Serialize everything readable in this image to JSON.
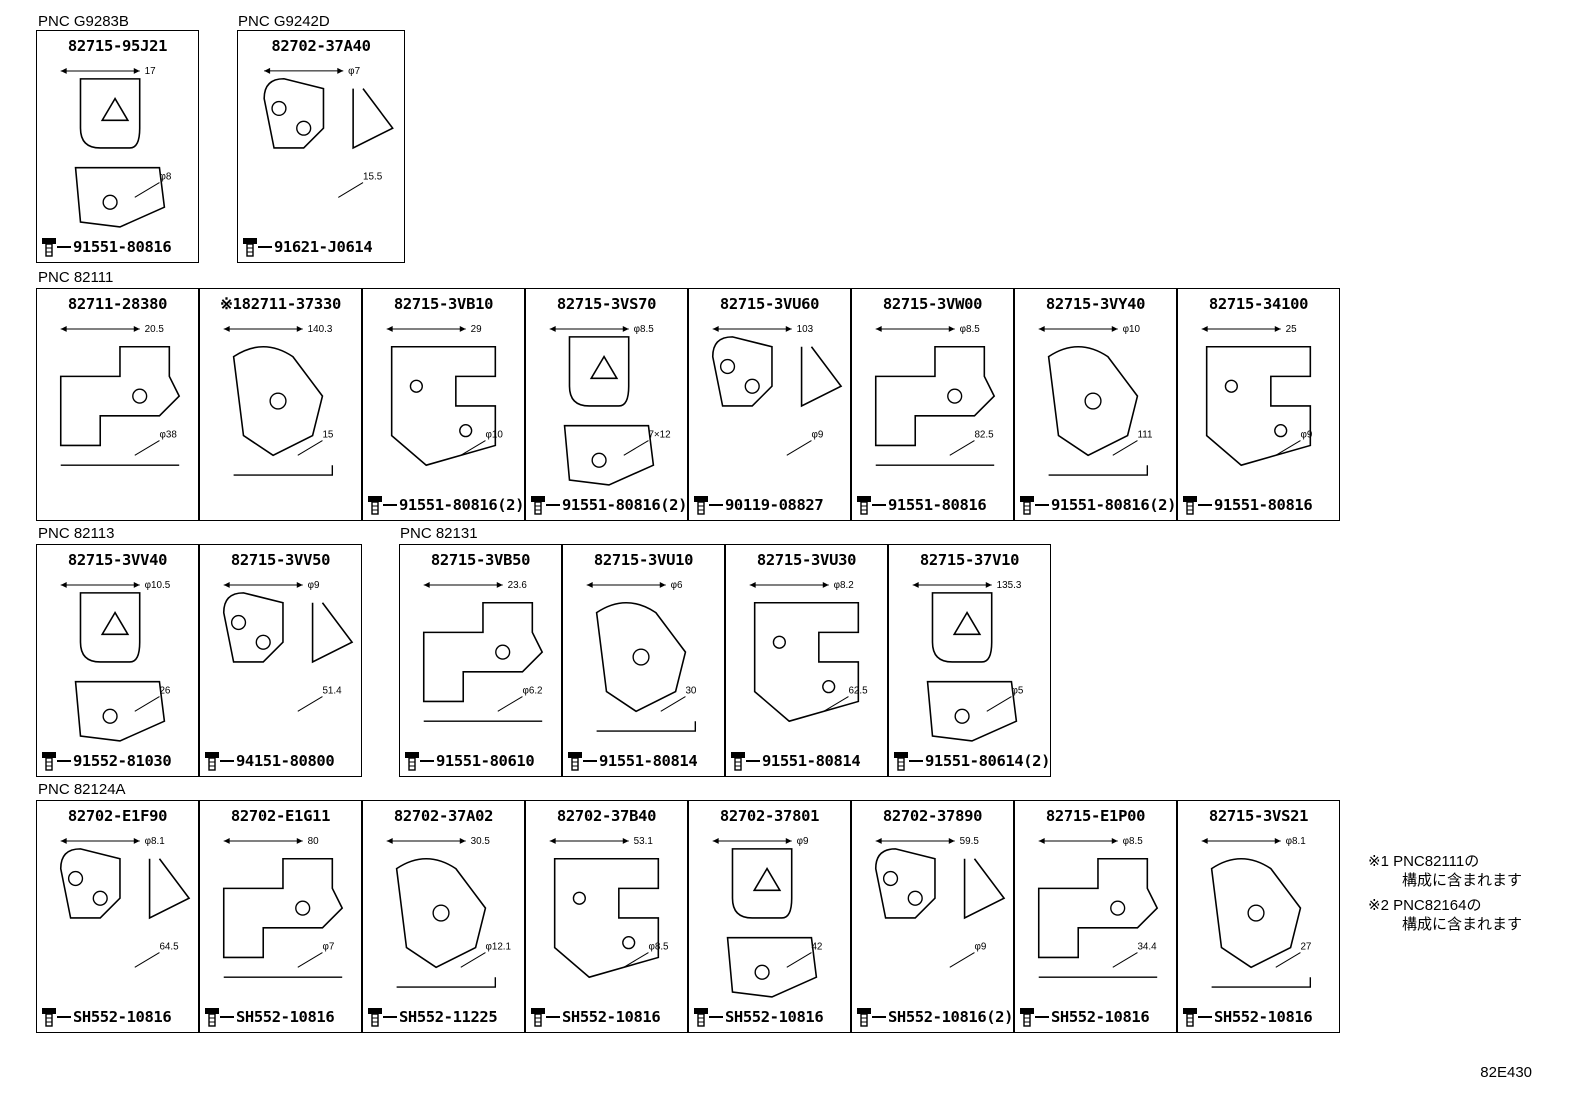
{
  "groups": [
    {
      "label": "PNC G9283B",
      "cells": [
        {
          "pn": "82715-95J21",
          "bolt": "91551-80816",
          "dims": [
            "17",
            "φ8"
          ]
        }
      ]
    },
    {
      "label": "PNC G9242D",
      "cells": [
        {
          "pn": "82702-37A40",
          "bolt": "91621-J0614",
          "dims": [
            "φ7",
            "15.5"
          ]
        }
      ]
    },
    {
      "label": "PNC 82111",
      "cells": [
        {
          "pn": "82711-28380",
          "bolt": "",
          "dims": [
            "20.5",
            "φ38"
          ]
        },
        {
          "pn": "※182711-37330",
          "bolt": "",
          "dims": [
            "140.3",
            "15"
          ]
        },
        {
          "pn": "82715-3VB10",
          "bolt": "91551-80816(2)",
          "dims": [
            "29",
            "φ10"
          ]
        },
        {
          "pn": "82715-3VS70",
          "bolt": "91551-80816(2)",
          "dims": [
            "φ8.5",
            "7×12"
          ]
        },
        {
          "pn": "82715-3VU60",
          "bolt": "90119-08827",
          "dims": [
            "103",
            "φ9"
          ]
        },
        {
          "pn": "82715-3VW00",
          "bolt": "91551-80816",
          "dims": [
            "φ8.5",
            "82.5"
          ]
        },
        {
          "pn": "82715-3VY40",
          "bolt": "91551-80816(2)",
          "dims": [
            "φ10",
            "111"
          ]
        },
        {
          "pn": "82715-34100",
          "bolt": "91551-80816",
          "dims": [
            "25",
            "φ9"
          ]
        }
      ]
    },
    {
      "label": "PNC 82113",
      "cells": [
        {
          "pn": "82715-3VV40",
          "bolt": "91552-81030",
          "dims": [
            "φ10.5",
            "26"
          ]
        },
        {
          "pn": "82715-3VV50",
          "bolt": "94151-80800",
          "dims": [
            "φ9",
            "51.4"
          ]
        }
      ]
    },
    {
      "label": "PNC 82131",
      "cells": [
        {
          "pn": "82715-3VB50",
          "bolt": "91551-80610",
          "dims": [
            "23.6",
            "φ6.2"
          ]
        },
        {
          "pn": "82715-3VU10",
          "bolt": "91551-80814",
          "dims": [
            "φ6",
            "30"
          ]
        },
        {
          "pn": "82715-3VU30",
          "bolt": "91551-80814",
          "dims": [
            "φ8.2",
            "62.5"
          ]
        },
        {
          "pn": "82715-37V10",
          "bolt": "91551-80614(2)",
          "dims": [
            "135.3",
            "φ5"
          ]
        }
      ]
    },
    {
      "label": "PNC 82124A",
      "cells": [
        {
          "pn": "82702-E1F90",
          "bolt": "SH552-10816",
          "dims": [
            "φ8.1",
            "64.5"
          ]
        },
        {
          "pn": "82702-E1G11",
          "bolt": "SH552-10816",
          "dims": [
            "80",
            "φ7"
          ]
        },
        {
          "pn": "82702-37A02",
          "bolt": "SH552-11225",
          "dims": [
            "30.5",
            "φ12.1"
          ]
        },
        {
          "pn": "82702-37B40",
          "bolt": "SH552-10816",
          "dims": [
            "53.1",
            "φ8.5"
          ]
        },
        {
          "pn": "82702-37801",
          "bolt": "SH552-10816",
          "dims": [
            "φ9",
            "42"
          ]
        },
        {
          "pn": "82702-37890",
          "bolt": "SH552-10816(2)",
          "dims": [
            "59.5",
            "φ9"
          ]
        },
        {
          "pn": "82715-E1P00",
          "bolt": "SH552-10816",
          "dims": [
            "φ8.5",
            "34.4"
          ]
        },
        {
          "pn": "82715-3VS21",
          "bolt": "SH552-10816",
          "dims": [
            "φ8.1",
            "27"
          ]
        }
      ]
    }
  ],
  "notes": [
    {
      "line1": "※1 PNC82111の",
      "line2": "構成に含まれます"
    },
    {
      "line1": "※2 PNC82164の",
      "line2": "構成に含まれます"
    }
  ],
  "figure_code": "82E430"
}
